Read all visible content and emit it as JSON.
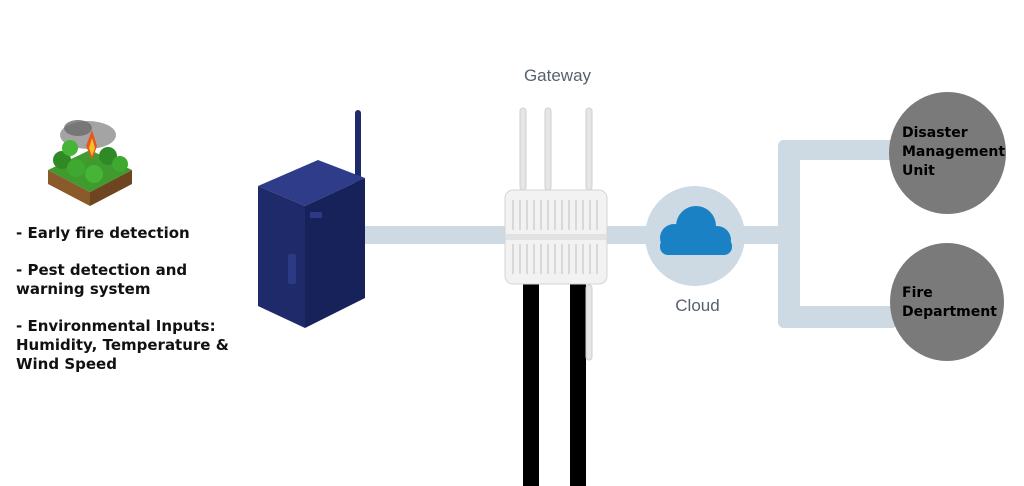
{
  "nodes": {
    "gateway_label": "Gateway",
    "cloud_label": "Cloud",
    "disaster_unit": "Disaster Management Unit",
    "fire_department": "Fire Department"
  },
  "features": [
    "- Early fire detection",
    "- Pest detection and warning system",
    "- Environmental Inputs: Humidity, Temperature & Wind Speed"
  ],
  "colors": {
    "connector": "#cdd9e3",
    "sensor_body": "#1f2a6b",
    "cloud_circle": "#cdd9e3",
    "cloud_icon": "#1a82c4",
    "endpoint_circle": "#7a7a7a",
    "label_text": "#55626e"
  },
  "icons": [
    "forest-fire-icon",
    "sensor-node-icon",
    "gateway-device-icon",
    "cloud-icon"
  ]
}
